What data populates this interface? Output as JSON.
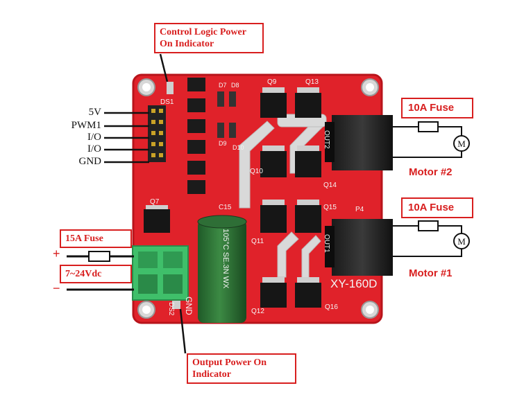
{
  "callouts": {
    "control_logic": "Control Logic Power On Indicator",
    "output_power": "Output  Power On Indicator",
    "fuse_15a": "15A Fuse",
    "voltage": "7~24Vdc",
    "fuse_10a_top": "10A Fuse",
    "fuse_10a_bottom": "10A Fuse"
  },
  "pins": [
    "5V",
    "PWM1",
    "I/O",
    "I/O",
    "GND"
  ],
  "motors": {
    "motor2": "Motor #2",
    "motor1": "Motor #1",
    "symbol": "M"
  },
  "polarity": {
    "plus": "+",
    "minus": "−"
  },
  "board": {
    "model": "XY-160D",
    "capacitor_text": "105°C SE.3N WX",
    "silk": {
      "ds1": "DS1",
      "ds2": "DS2",
      "q7": "Q7",
      "q9": "Q9",
      "q10": "Q10",
      "q11": "Q11",
      "q12": "Q12",
      "q13": "Q13",
      "q14": "Q14",
      "q15": "Q15",
      "q16": "Q16",
      "c15": "C15",
      "p4": "P4",
      "gnd": "GND",
      "d7": "D7",
      "d8": "D8",
      "d9": "D9",
      "d10": "D10",
      "out1": "OUT1",
      "out2": "OUT2"
    }
  },
  "colors": {
    "callout_red": "#d81e1e",
    "pcb_red": "#e0222a",
    "terminal_green": "#3fbf6a"
  }
}
